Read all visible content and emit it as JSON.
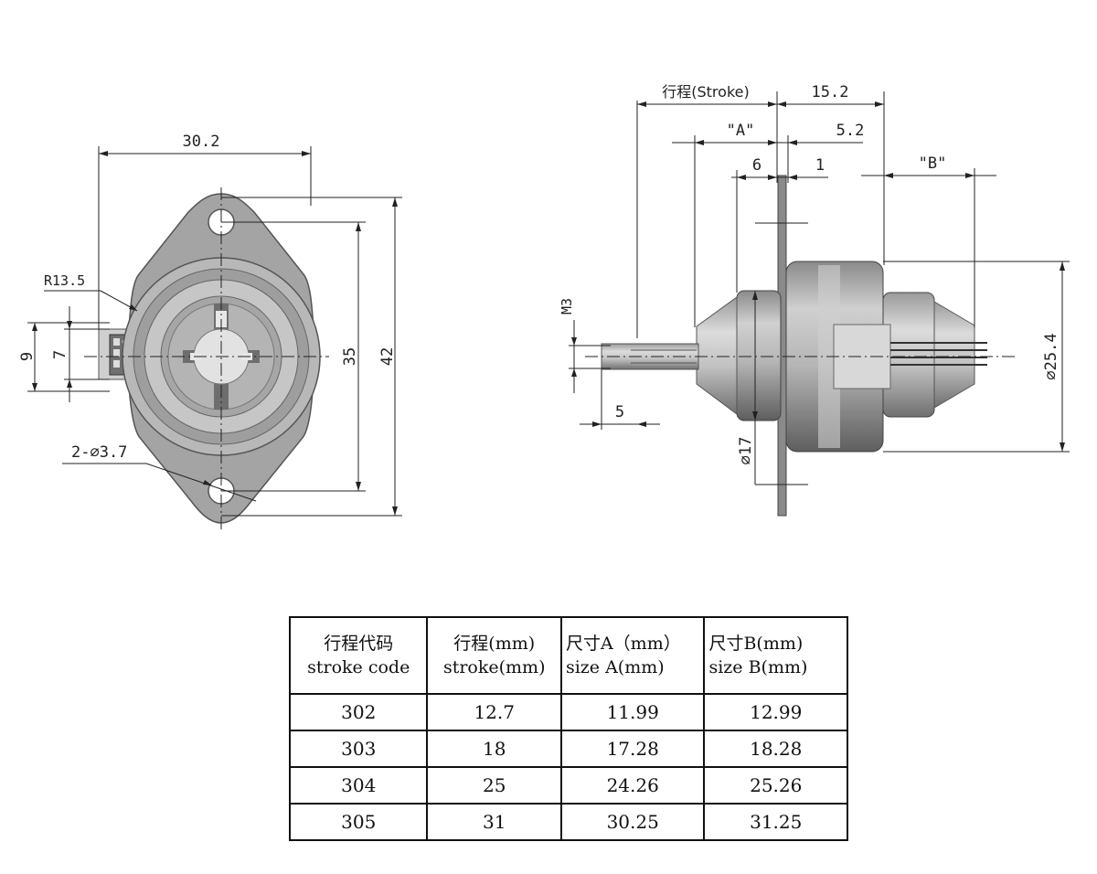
{
  "front_view": {
    "dims": {
      "width_top": "30.2",
      "radius": "R13.5",
      "holes": "2-∅3.7",
      "left_9": "9",
      "left_7": "7",
      "height_35": "35",
      "height_42": "42"
    }
  },
  "side_view": {
    "dims": {
      "stroke": "行程(Stroke)",
      "d15_2": "15.2",
      "dim_a": "\"A\"",
      "d5_2": "5.2",
      "d6": "6",
      "d1": "1",
      "dim_b": "\"B\"",
      "m3": "M3",
      "d5": "5",
      "dia17": "∅17",
      "dia25_4": "∅25.4"
    }
  },
  "table": {
    "headers": [
      {
        "zh": "行程代码",
        "en": "stroke code"
      },
      {
        "zh": "行程(mm)",
        "en": "stroke(mm)"
      },
      {
        "zh": "尺寸A（mm）",
        "en": "size A(mm)"
      },
      {
        "zh": "尺寸B(mm)",
        "en": "size B(mm)"
      }
    ],
    "rows": [
      [
        "302",
        "12.7",
        "11.99",
        "12.99"
      ],
      [
        "303",
        "18",
        "17.28",
        "18.28"
      ],
      [
        "304",
        "25",
        "24.26",
        "25.26"
      ],
      [
        "305",
        "31",
        "30.25",
        "31.25"
      ]
    ]
  },
  "colors": {
    "body_light": "#c4c4c4",
    "body_mid": "#a9a9a9",
    "body_dark": "#6f6f6f",
    "line": "#222222"
  }
}
